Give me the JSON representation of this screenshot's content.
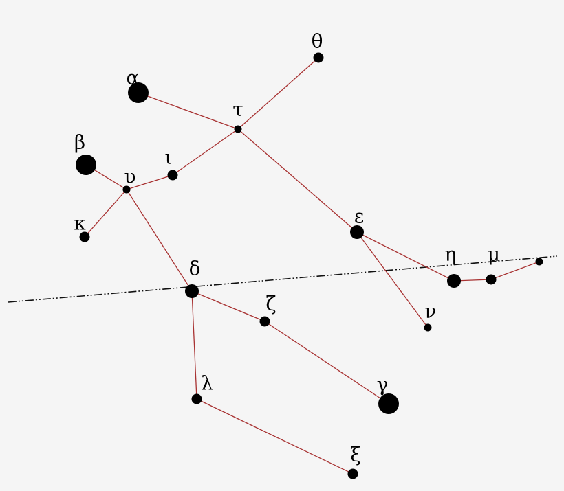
{
  "stars": [
    {
      "id": "alpha",
      "label": "α",
      "magnitude": "large"
    },
    {
      "id": "beta",
      "label": "β",
      "magnitude": "large"
    },
    {
      "id": "gamma",
      "label": "γ",
      "magnitude": "large"
    },
    {
      "id": "delta",
      "label": "δ",
      "magnitude": "medium"
    },
    {
      "id": "epsilon",
      "label": "ε",
      "magnitude": "medium"
    },
    {
      "id": "zeta",
      "label": "ζ",
      "magnitude": "small"
    },
    {
      "id": "eta",
      "label": "η",
      "magnitude": "medium"
    },
    {
      "id": "theta",
      "label": "θ",
      "magnitude": "small"
    },
    {
      "id": "iota",
      "label": "ι",
      "magnitude": "small"
    },
    {
      "id": "kappa",
      "label": "κ",
      "magnitude": "small"
    },
    {
      "id": "lambda",
      "label": "λ",
      "magnitude": "small"
    },
    {
      "id": "mu",
      "label": "μ",
      "magnitude": "small"
    },
    {
      "id": "nu",
      "label": "ν",
      "magnitude": "tiny"
    },
    {
      "id": "xi",
      "label": "ξ",
      "magnitude": "small"
    },
    {
      "id": "tau",
      "label": "τ",
      "magnitude": "tiny"
    },
    {
      "id": "upsilon",
      "label": "υ",
      "magnitude": "tiny"
    },
    {
      "id": "unlabeled-east",
      "label": "",
      "magnitude": "tiny"
    }
  ],
  "lines": [
    [
      "alpha",
      "tau"
    ],
    [
      "tau",
      "theta"
    ],
    [
      "tau",
      "iota"
    ],
    [
      "iota",
      "upsilon"
    ],
    [
      "upsilon",
      "beta"
    ],
    [
      "upsilon",
      "kappa"
    ],
    [
      "upsilon",
      "delta"
    ],
    [
      "tau",
      "epsilon"
    ],
    [
      "epsilon",
      "nu"
    ],
    [
      "epsilon",
      "eta"
    ],
    [
      "eta",
      "mu"
    ],
    [
      "mu",
      "unlabeled-east"
    ],
    [
      "delta",
      "zeta"
    ],
    [
      "zeta",
      "gamma"
    ],
    [
      "delta",
      "lambda"
    ],
    [
      "lambda",
      "xi"
    ]
  ],
  "colors": {
    "lines": "#a83232",
    "stars": "#000000",
    "ecliptic": "#111111",
    "background": "#f5f5f5"
  },
  "ecliptic": {
    "style": "dash-dot-dot"
  }
}
